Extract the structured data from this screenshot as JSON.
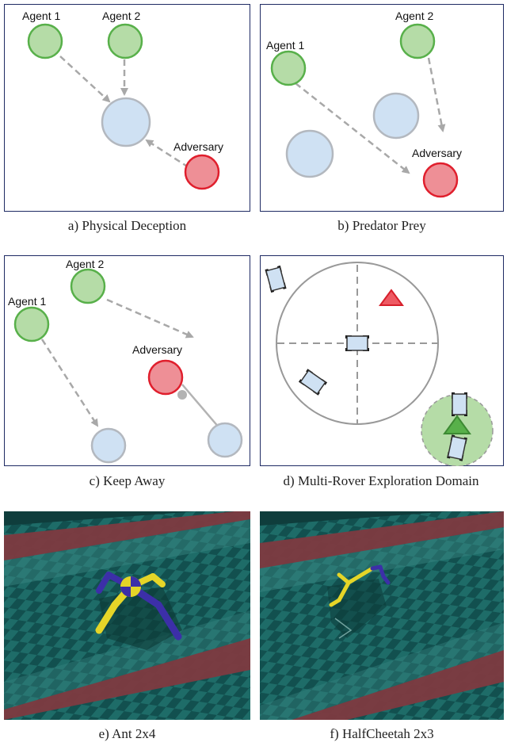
{
  "panels": {
    "a": {
      "caption": "a) Physical Deception",
      "agent1": "Agent 1",
      "agent2": "Agent 2",
      "adversary": "Adversary"
    },
    "b": {
      "caption": "b) Predator Prey",
      "agent1": "Agent 1",
      "agent2": "Agent 2",
      "adversary": "Adversary"
    },
    "c": {
      "caption": "c) Keep Away",
      "agent1": "Agent 1",
      "agent2": "Agent 2",
      "adversary": "Adversary"
    },
    "d": {
      "caption": "d) Multi-Rover Exploration Domain"
    },
    "e": {
      "caption": "e) Ant 2x4"
    },
    "f": {
      "caption": "f) HalfCheetah 2x3"
    }
  },
  "colors": {
    "agent_fill": "#b5dca7",
    "agent_stroke": "#58b04a",
    "adversary_fill": "#ee8f96",
    "adversary_stroke": "#e01f2d",
    "landmark_fill": "#cfe1f3",
    "landmark_stroke": "#b3b8bf",
    "arrow": "#a8a8a8",
    "panel_border": "#1e2a63"
  }
}
